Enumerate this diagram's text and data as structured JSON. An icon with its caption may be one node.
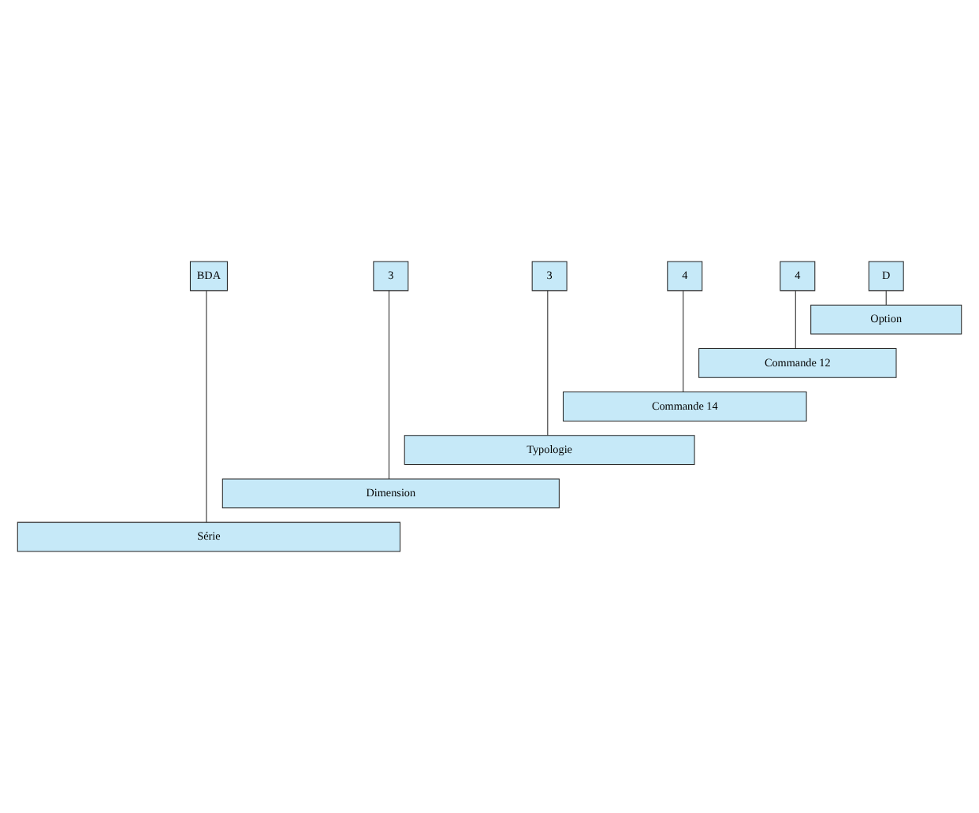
{
  "diagram": {
    "nodes": [
      {
        "text": [
          "BDA"
        ]
      },
      {
        "text": [
          "3"
        ]
      },
      {
        "text": [
          "3"
        ]
      },
      {
        "text": [
          "4"
        ]
      },
      {
        "text": [
          "4"
        ]
      },
      {
        "text": [
          "D"
        ]
      },
      {
        "text": [
          "Option"
        ]
      },
      {
        "text": [
          "Commande 12"
        ]
      },
      {
        "text": [
          "Commande 14"
        ]
      },
      {
        "text": [
          "Typologie"
        ]
      },
      {
        "text": [
          "Dimension"
        ]
      },
      {
        "text": [
          "Série"
        ]
      }
    ],
    "edges": [
      {
        "from": 5,
        "to": 6,
        "arrow": "none"
      },
      {
        "from": 4,
        "to": 7,
        "arrow": "none"
      },
      {
        "from": 3,
        "to": 8,
        "arrow": "none"
      },
      {
        "from": 2,
        "to": 9,
        "arrow": "none"
      },
      {
        "from": 1,
        "to": 10,
        "arrow": "none"
      },
      {
        "from": 0,
        "to": 11,
        "arrow": "none"
      }
    ]
  }
}
